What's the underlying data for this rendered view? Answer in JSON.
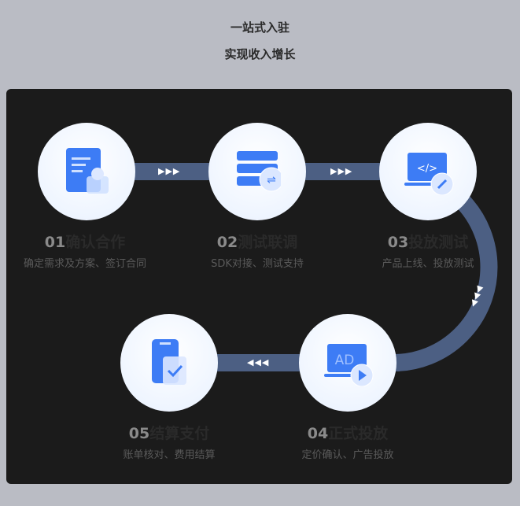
{
  "header": {
    "line1": "一站式入驻",
    "line2": "实现收入增长"
  },
  "steps": [
    {
      "num": "01",
      "title": "确认合作",
      "desc": "确定需求及方案、签订合同",
      "icon": "document-user-icon"
    },
    {
      "num": "02",
      "title": "测试联调",
      "desc": "SDK对接、测试支持",
      "icon": "server-exchange-icon"
    },
    {
      "num": "03",
      "title": "投放测试",
      "desc": "产品上线、投放测试",
      "icon": "laptop-code-icon"
    },
    {
      "num": "04",
      "title": "正式投放",
      "desc": "定价确认、广告投放",
      "icon": "ad-play-icon",
      "ad": "AD"
    },
    {
      "num": "05",
      "title": "结算支付",
      "desc": "账单核对、费用结算",
      "icon": "phone-check-icon"
    }
  ],
  "colors": {
    "track": "#4c5f83",
    "accent": "#3d7cf5"
  }
}
